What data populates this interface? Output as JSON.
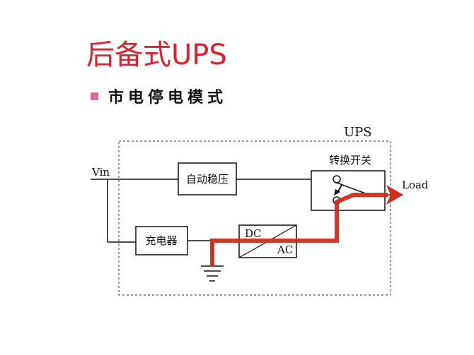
{
  "slide": {
    "title": "后备式UPS",
    "bullet": "市电停电模式"
  },
  "diagram": {
    "ups_label": "UPS",
    "input_label": "Vin",
    "output_label": "Load",
    "blocks": {
      "regulator": "自动稳压",
      "charger": "充电器",
      "switch": "转换开关",
      "inverter_dc": "DC",
      "inverter_ac": "AC"
    },
    "colors": {
      "title": "#e0202c",
      "bullet": "#e4679b",
      "power_path": "#d42a1c"
    }
  }
}
